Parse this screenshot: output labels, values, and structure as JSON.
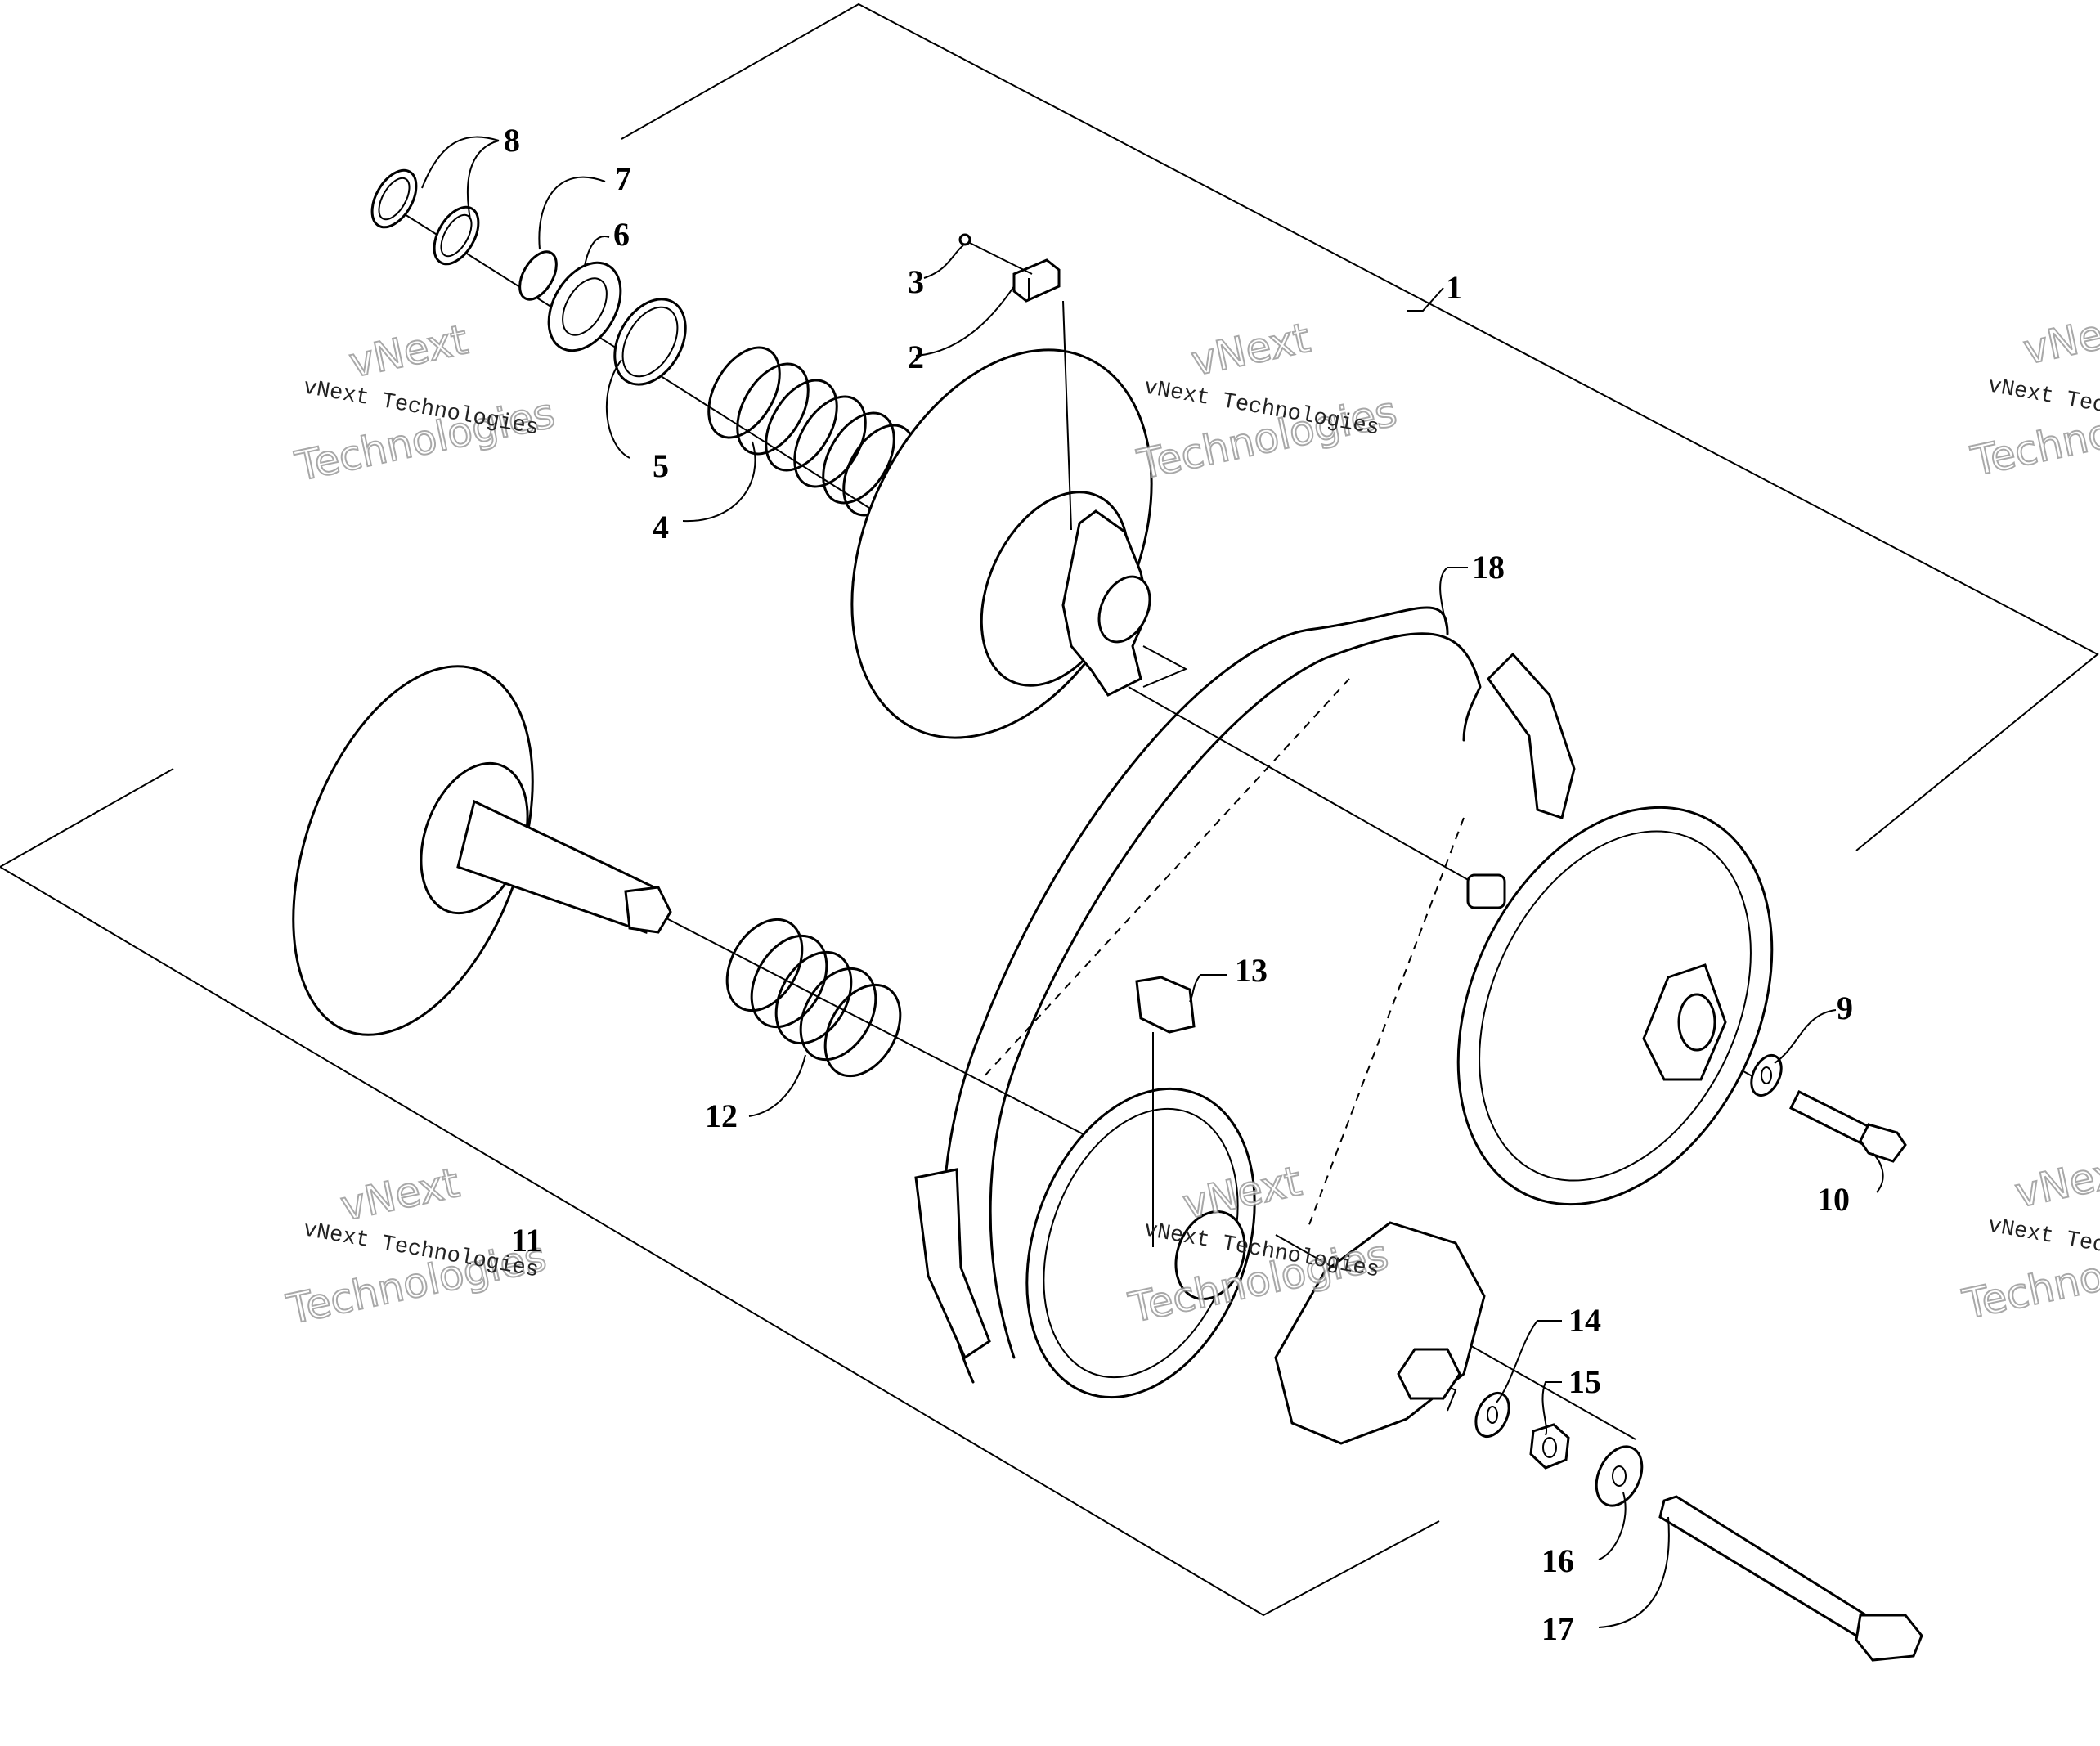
{
  "callouts": [
    {
      "id": "1",
      "label": "1"
    },
    {
      "id": "2",
      "label": "2"
    },
    {
      "id": "3",
      "label": "3"
    },
    {
      "id": "4",
      "label": "4"
    },
    {
      "id": "5",
      "label": "5"
    },
    {
      "id": "6",
      "label": "6"
    },
    {
      "id": "7",
      "label": "7"
    },
    {
      "id": "8",
      "label": "8"
    },
    {
      "id": "9",
      "label": "9"
    },
    {
      "id": "10",
      "label": "10"
    },
    {
      "id": "11",
      "label": "11"
    },
    {
      "id": "12",
      "label": "12"
    },
    {
      "id": "13",
      "label": "13"
    },
    {
      "id": "14",
      "label": "14"
    },
    {
      "id": "15",
      "label": "15"
    },
    {
      "id": "16",
      "label": "16"
    },
    {
      "id": "17",
      "label": "17"
    },
    {
      "id": "18",
      "label": "18"
    }
  ],
  "watermark": {
    "company": "vNext Technologies",
    "line1": "vNext",
    "line2": "Technologies"
  }
}
